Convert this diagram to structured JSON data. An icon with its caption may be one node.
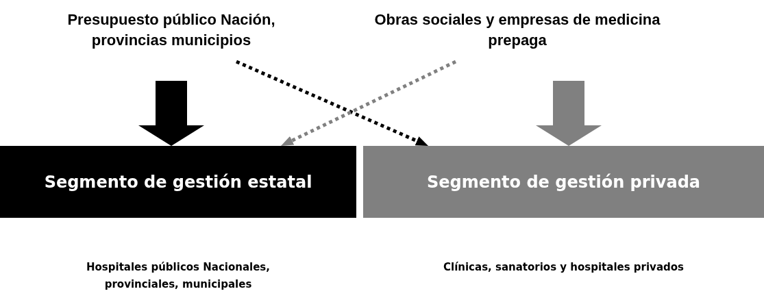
{
  "diagram": {
    "nodes": [
      {
        "text": [
          "Presupuesto público Nación, provincias municipios"
        ]
      },
      {
        "text": [
          "Obras sociales y empresas de medicina prepaga"
        ]
      },
      {
        "text": [
          "Segmento de gestión estatal"
        ]
      },
      {
        "text": [
          "Segmento de gestión privada"
        ]
      }
    ],
    "edges": [
      {
        "from": 0,
        "to": 2,
        "arrow": "to",
        "style": "thick"
      },
      {
        "from": 1,
        "to": 3,
        "arrow": "to",
        "style": "thick",
        "color": "#808080"
      },
      {
        "from": 0,
        "to": 3,
        "arrow": "to",
        "style": "dashed"
      },
      {
        "from": 1,
        "to": 2,
        "arrow": "to",
        "style": "dashed",
        "color": "#808080"
      }
    ],
    "labels": [
      "Hospitales públicos Nacionales, provinciales, municipales",
      "Clínicas, sanatorios y hospitales privados"
    ]
  }
}
